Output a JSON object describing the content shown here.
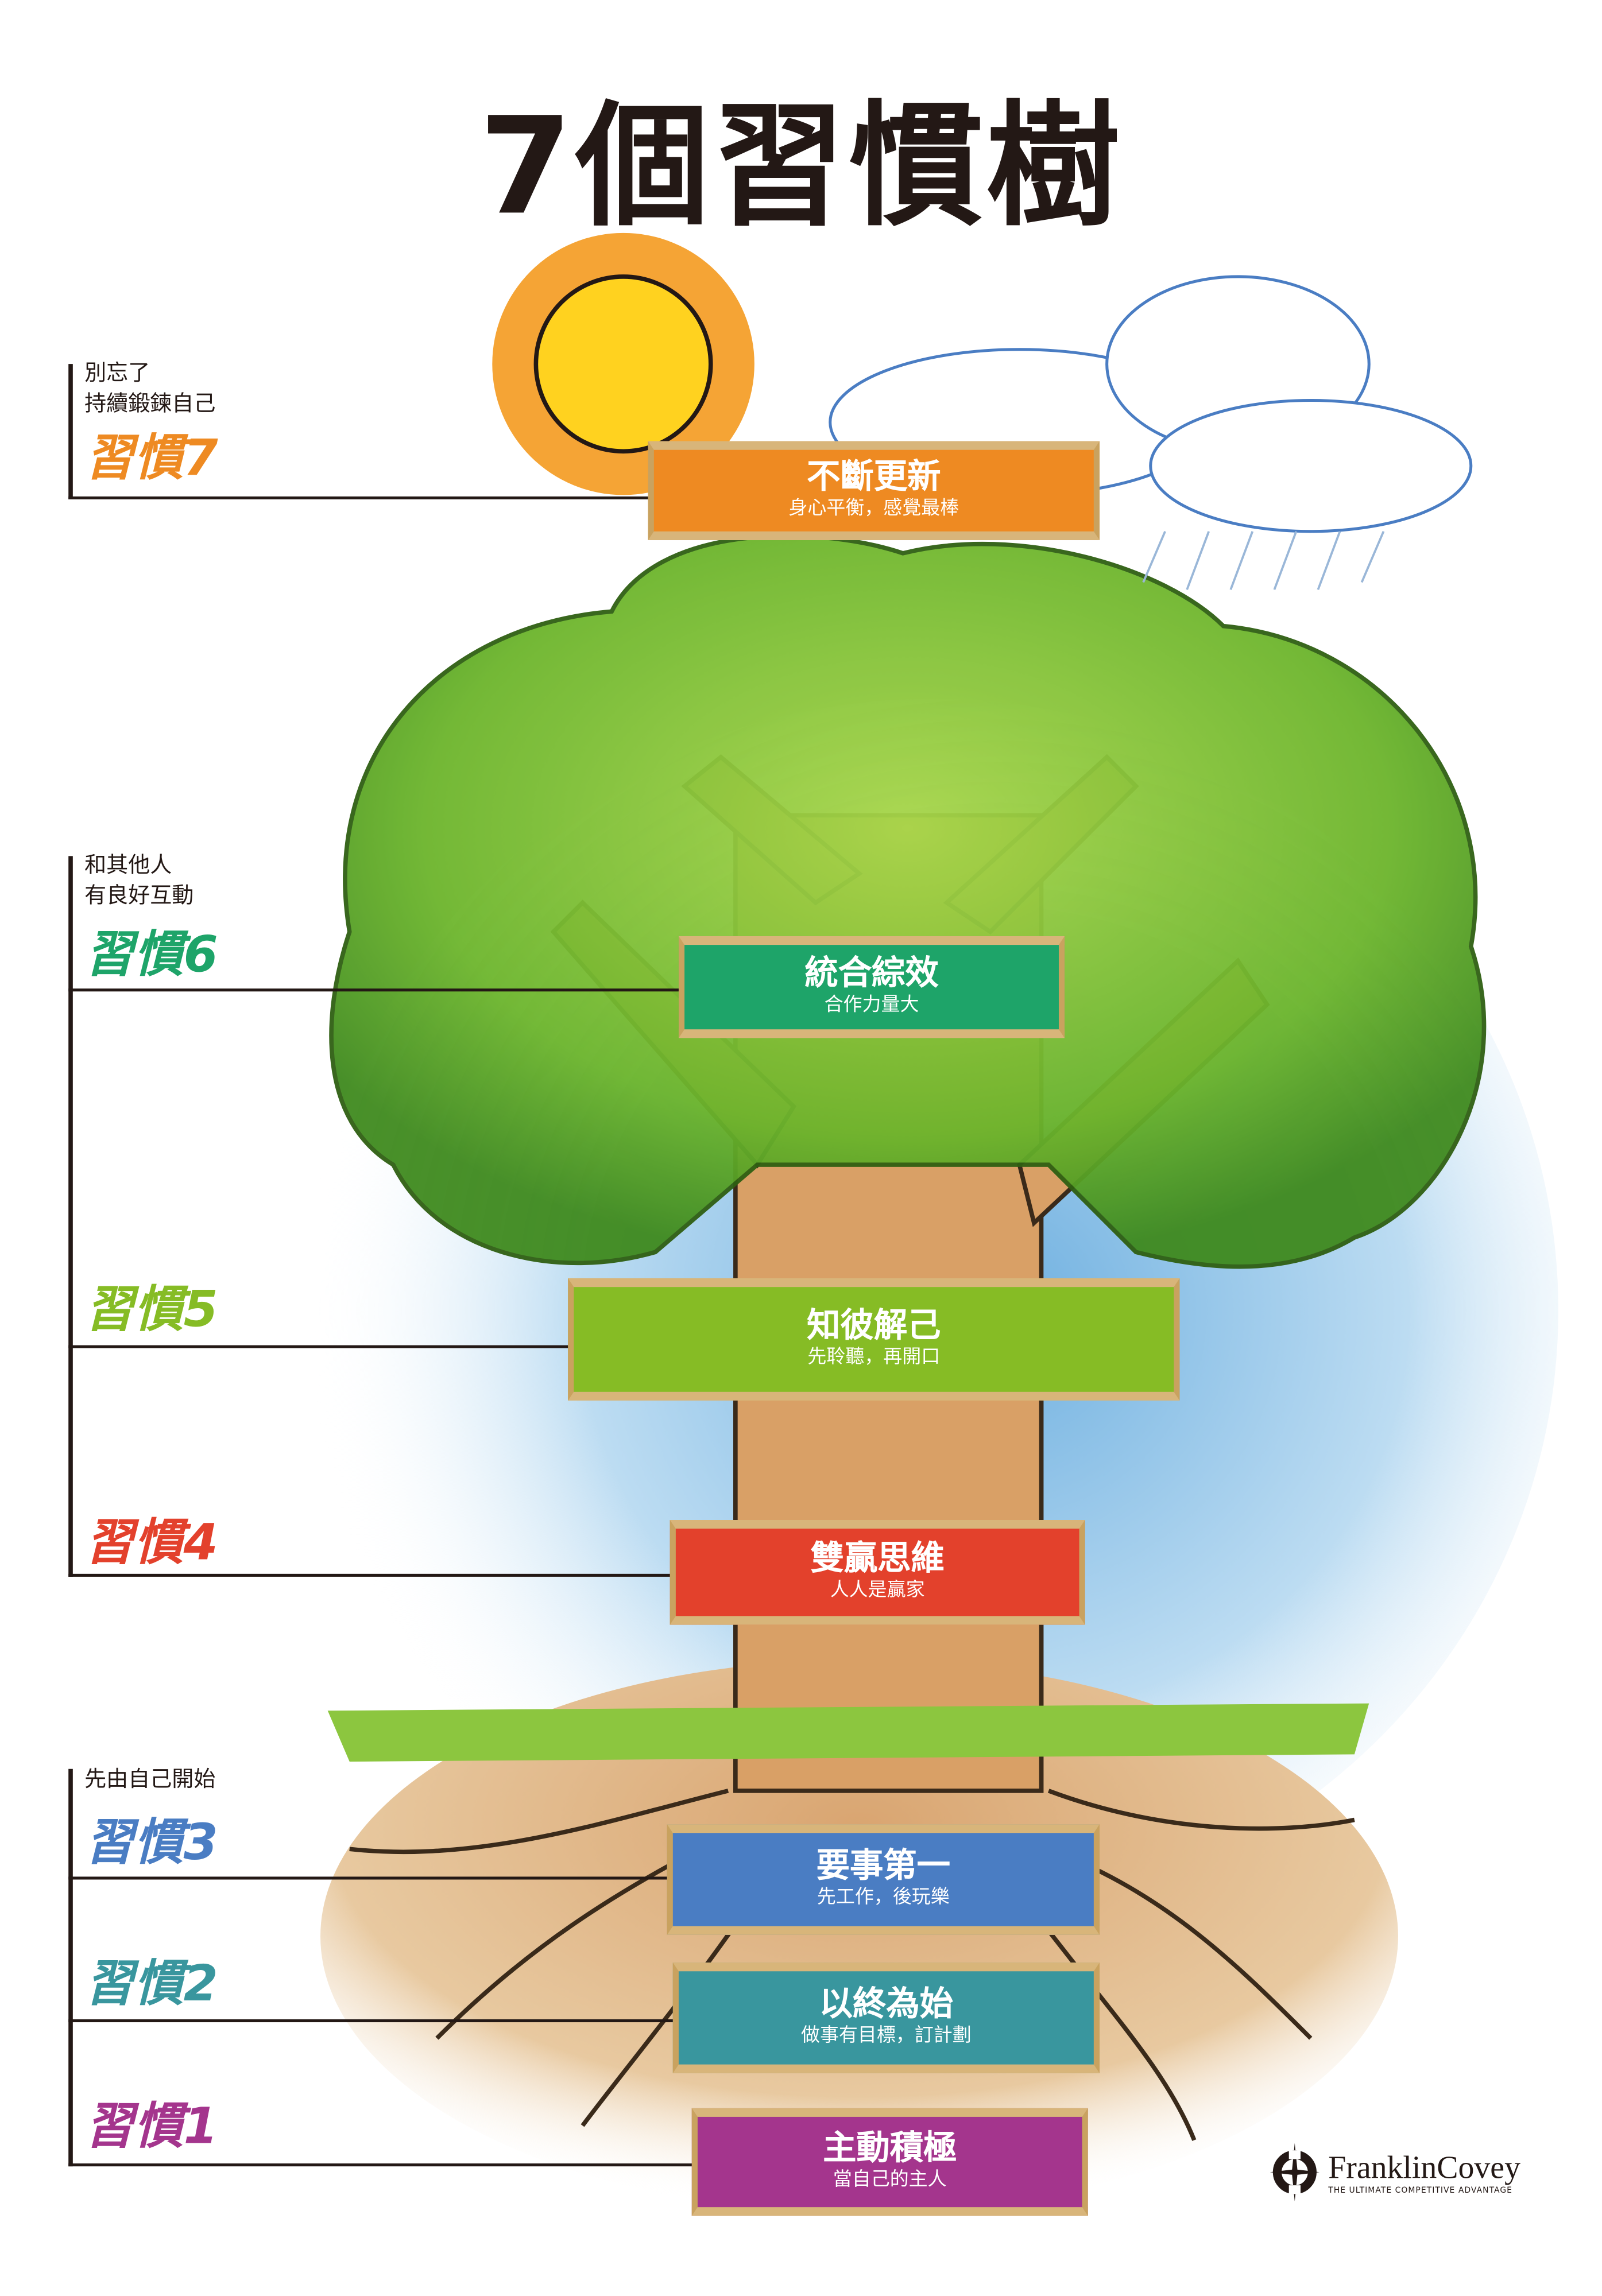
{
  "title": "7個習慣樹",
  "colors": {
    "habit7": "#EE8A22",
    "habit6": "#1EA469",
    "habit5": "#86BC25",
    "habit4": "#E3412C",
    "habit3": "#4A7DC3",
    "habit2": "#39969E",
    "habit1": "#A4358D"
  },
  "groups": {
    "top_note": [
      "別忘了",
      "持續鍛鍊自己"
    ],
    "middle_note": [
      "和其他人",
      "有良好互動"
    ],
    "bottom_note": "先由自己開始"
  },
  "habits": [
    {
      "label": "習慣7",
      "title": "不斷更新",
      "subtitle": "身心平衡，感覺最棒"
    },
    {
      "label": "習慣6",
      "title": "統合綜效",
      "subtitle": "合作力量大"
    },
    {
      "label": "習慣5",
      "title": "知彼解己",
      "subtitle": "先聆聽，再開口"
    },
    {
      "label": "習慣4",
      "title": "雙贏思維",
      "subtitle": "人人是贏家"
    },
    {
      "label": "習慣3",
      "title": "要事第一",
      "subtitle": "先工作，後玩樂"
    },
    {
      "label": "習慣2",
      "title": "以終為始",
      "subtitle": "做事有目標，訂計劃"
    },
    {
      "label": "習慣1",
      "title": "主動積極",
      "subtitle": "當自己的主人"
    }
  ],
  "logo": {
    "name": "FranklinCovey",
    "tagline": "THE ULTIMATE COMPETITIVE ADVANTAGE"
  }
}
